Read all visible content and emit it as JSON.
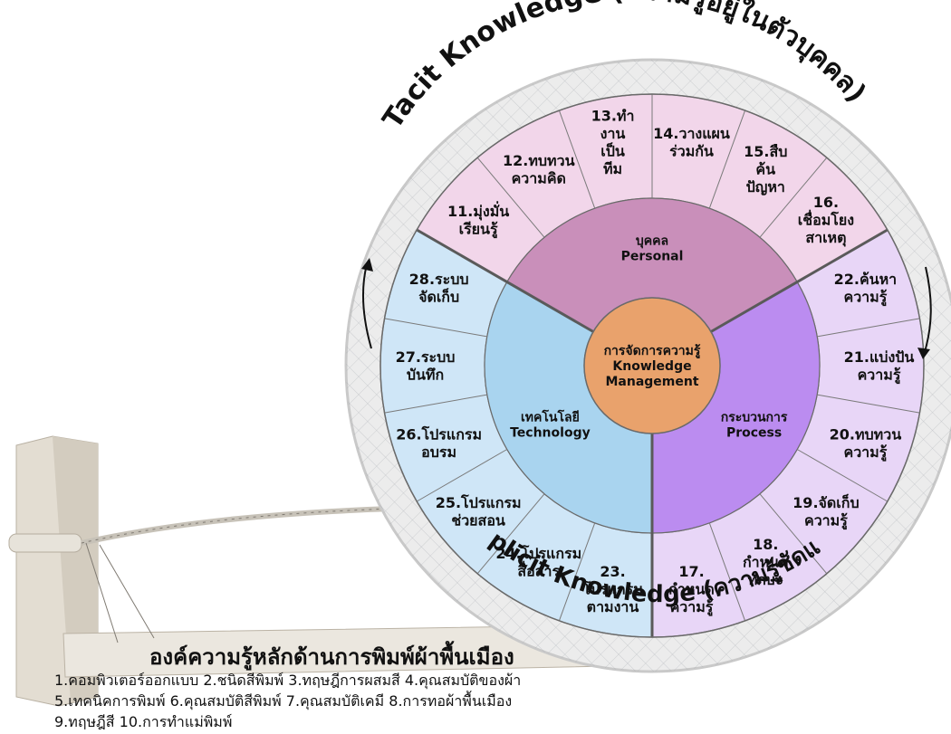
{
  "diagram": {
    "center": {
      "line1": "การจัดการความรู้",
      "line2": "Knowledge",
      "line3": "Management"
    },
    "inner": {
      "personal": {
        "th": "บุคคล",
        "en": "Personal"
      },
      "technology": {
        "th": "เทคโนโลยี",
        "en": "Technology"
      },
      "process": {
        "th": "กระบวนการ",
        "en": "Process"
      }
    },
    "arc_top": "Tacit Knowledge (ความรู้อยู่ในตัวบุคคล)",
    "arc_bottom": "Explicit Knowledge (ความรู้ชัดแจ้ง)",
    "segments": [
      {
        "num": "11.",
        "lines": [
          "11.มุ่งมั่น",
          "เรียนรู้"
        ]
      },
      {
        "num": "12.",
        "lines": [
          "12.ทบทวน",
          "ความคิด"
        ]
      },
      {
        "num": "13.",
        "lines": [
          "13.ทำ",
          "งาน",
          "เป็น",
          "ทีม"
        ]
      },
      {
        "num": "14.",
        "lines": [
          "14.วางแผน",
          "ร่วมกัน"
        ]
      },
      {
        "num": "15.",
        "lines": [
          "15.สืบ",
          "ค้น",
          "ปัญหา"
        ]
      },
      {
        "num": "16.",
        "lines": [
          "16.",
          "เชื่อมโยง",
          "สาเหตุ"
        ]
      },
      {
        "num": "22.",
        "lines": [
          "22.ค้นหา",
          "ความรู้"
        ]
      },
      {
        "num": "21.",
        "lines": [
          "21.แบ่งปัน",
          "ความรู้"
        ]
      },
      {
        "num": "20.",
        "lines": [
          "20.ทบทวน",
          "ความรู้"
        ]
      },
      {
        "num": "19.",
        "lines": [
          "19.จัดเก็บ",
          "ความรู้"
        ]
      },
      {
        "num": "18.",
        "lines": [
          "18.",
          "กำหนด",
          "ทักษะ"
        ]
      },
      {
        "num": "17.",
        "lines": [
          "17.",
          "กำหนด",
          "ความรู้"
        ]
      },
      {
        "num": "23.",
        "lines": [
          "23.",
          "โปรแกรม",
          "ตามงาน"
        ]
      },
      {
        "num": "24.",
        "lines": [
          "24.โปรแกรม",
          "สื่อสาร"
        ]
      },
      {
        "num": "25.",
        "lines": [
          "25.โปรแกรม",
          "ช่วยสอน"
        ]
      },
      {
        "num": "26.",
        "lines": [
          "26.โปรแกรม",
          "อบรม"
        ]
      },
      {
        "num": "27.",
        "lines": [
          "27.ระบบ",
          "บันทึก"
        ]
      },
      {
        "num": "28.",
        "lines": [
          "28.ระบบ",
          "จัดเก็บ"
        ]
      }
    ],
    "colors": {
      "personal_inner": "#c98fba",
      "personal_outer": "#f2d6ea",
      "process_inner": "#bb8cf0",
      "process_outer": "#e8d6f7",
      "technology_inner": "#a9d4ef",
      "technology_outer": "#cfe6f7",
      "center": "#e9a26c"
    }
  },
  "caption": {
    "title": "องค์ความรู้หลักด้านการพิมพ์ผ้าพื้นเมือง",
    "line1": "1.คอมพิวเตอร์ออกแบบ 2.ชนิดสีพิมพ์ 3.ทฤษฎีการผสมสี 4.คุณสมบัติของผ้า",
    "line2": "5.เทคนิคการพิมพ์ 6.คุณสมบัติสีพิมพ์ 7.คุณสมบัติเคมี 8.การทอผ้าพื้นเมือง",
    "line3": "9.ทฤษฎีสี 10.การทำแม่พิมพ์"
  }
}
